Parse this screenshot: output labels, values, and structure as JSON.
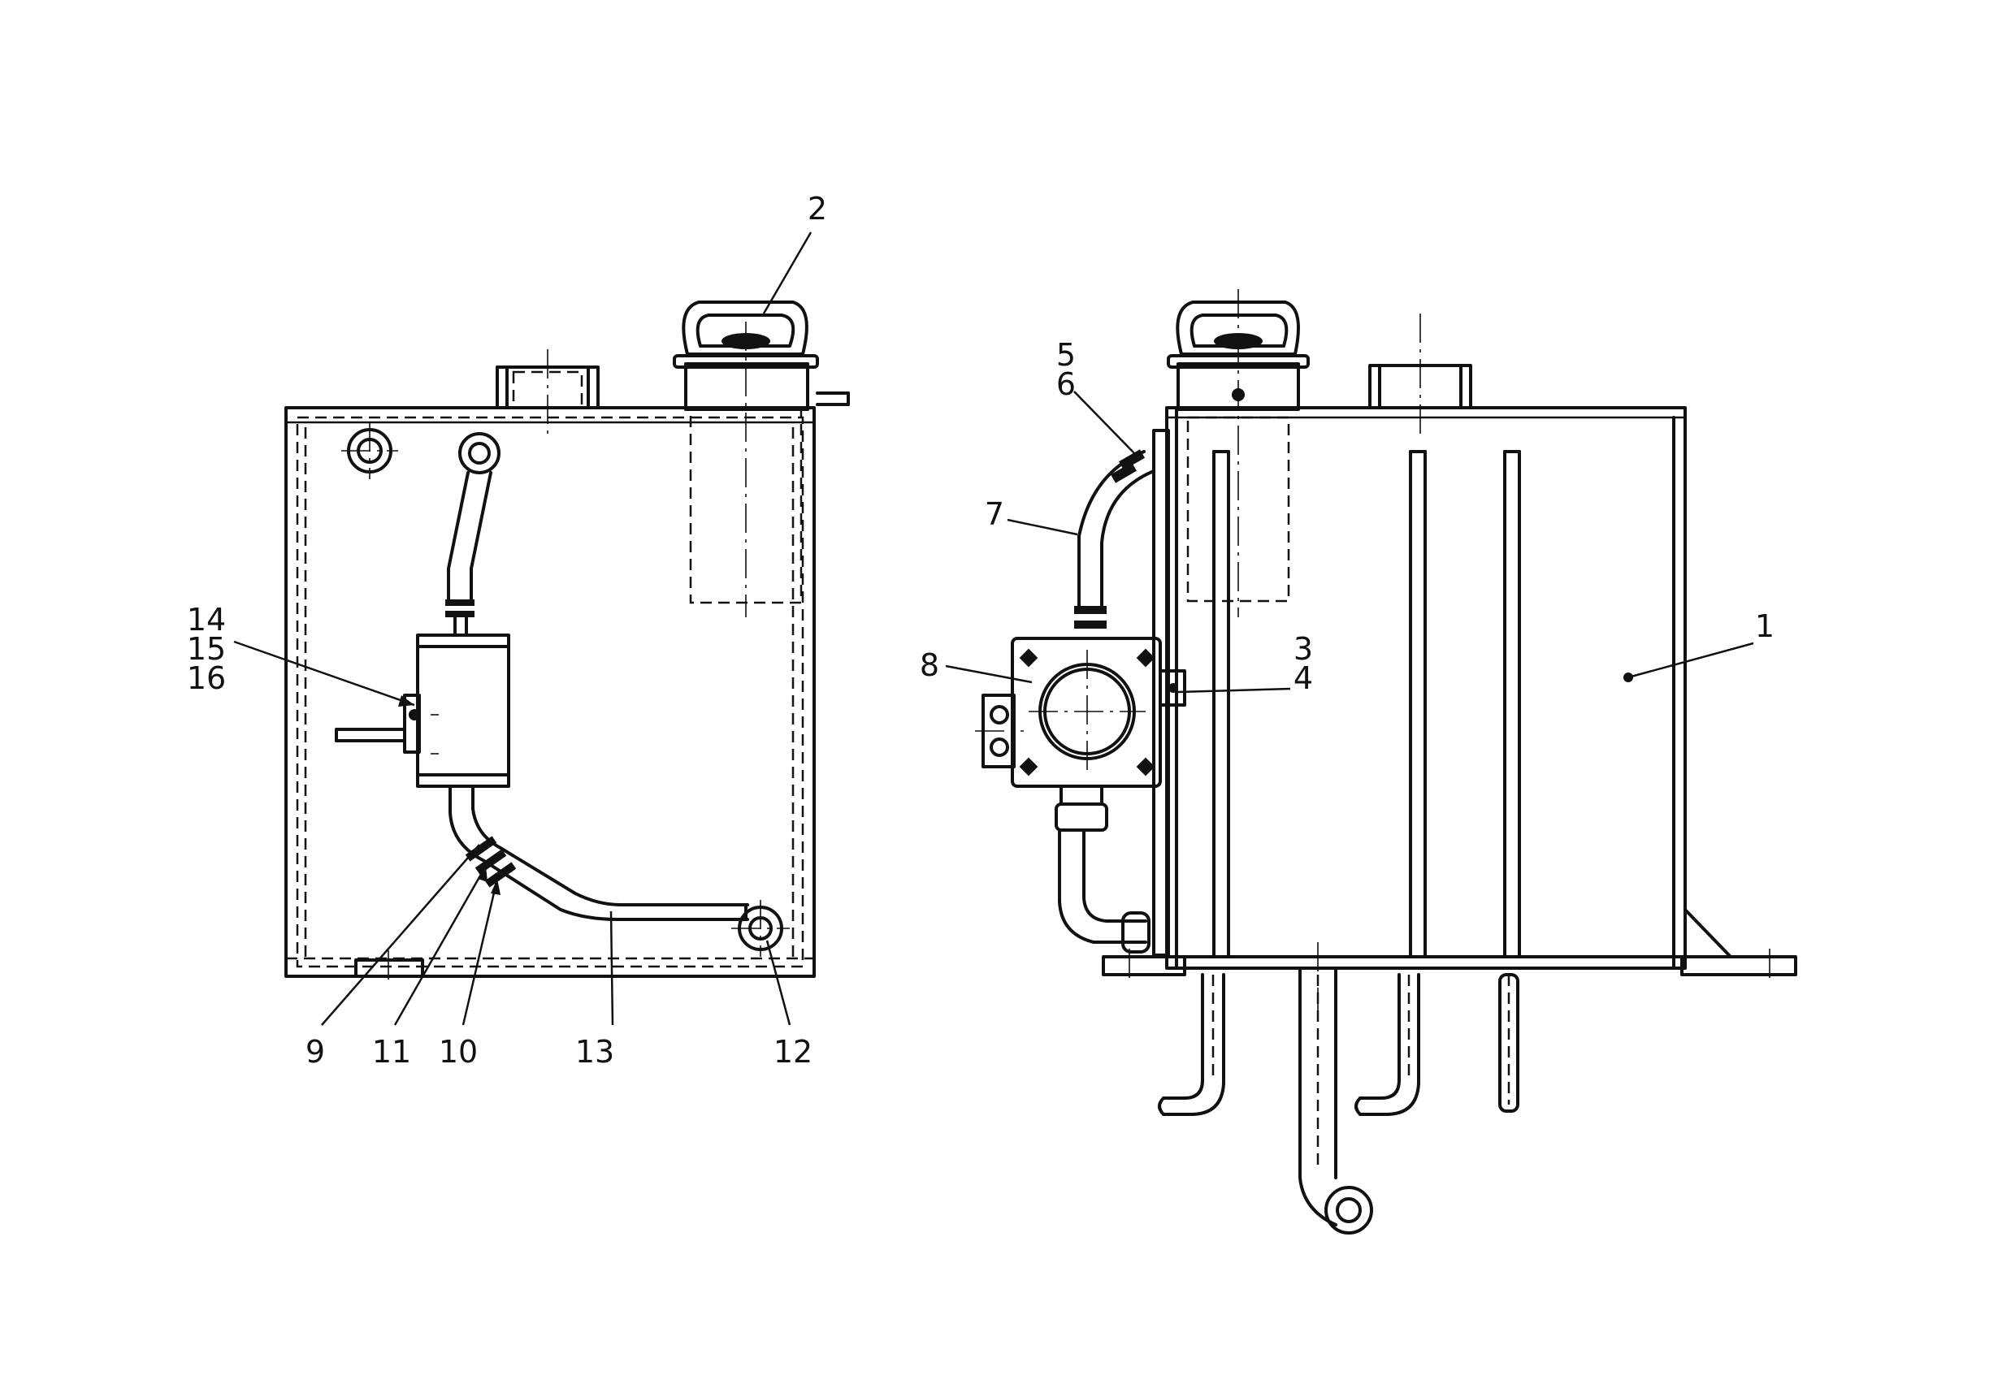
{
  "drawing": {
    "colors": {
      "ink": "#111111",
      "paper": "#ffffff"
    },
    "callouts": [
      {
        "id": "c1",
        "text": "1"
      },
      {
        "id": "c2",
        "text": "2"
      },
      {
        "id": "c3",
        "text": "3"
      },
      {
        "id": "c4",
        "text": "4"
      },
      {
        "id": "c5",
        "text": "5"
      },
      {
        "id": "c6",
        "text": "6"
      },
      {
        "id": "c7",
        "text": "7"
      },
      {
        "id": "c8",
        "text": "8"
      },
      {
        "id": "c9",
        "text": "9"
      },
      {
        "id": "c10",
        "text": "10"
      },
      {
        "id": "c11",
        "text": "11"
      },
      {
        "id": "c12",
        "text": "12"
      },
      {
        "id": "c13",
        "text": "13"
      },
      {
        "id": "c14",
        "text": "14"
      },
      {
        "id": "c15",
        "text": "15"
      },
      {
        "id": "c16",
        "text": "16"
      }
    ]
  }
}
